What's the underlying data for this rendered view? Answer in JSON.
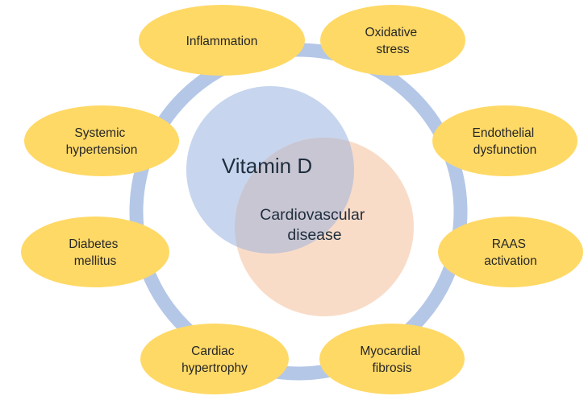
{
  "diagram": {
    "center": {
      "primary_label": "Vitamin D",
      "secondary_label_lines": [
        "Cardiovascular",
        "disease"
      ]
    },
    "factors": [
      {
        "id": "inflammation",
        "lines": [
          "Inflammation"
        ]
      },
      {
        "id": "oxidative-stress",
        "lines": [
          "Oxidative",
          "stress"
        ]
      },
      {
        "id": "systemic-hypertension",
        "lines": [
          "Systemic",
          "hypertension"
        ]
      },
      {
        "id": "endothelial-dysfunction",
        "lines": [
          "Endothelial",
          "dysfunction"
        ]
      },
      {
        "id": "diabetes-mellitus",
        "lines": [
          "Diabetes",
          "mellitus"
        ]
      },
      {
        "id": "raas-activation",
        "lines": [
          "RAAS",
          "activation"
        ]
      },
      {
        "id": "cardiac-hypertrophy",
        "lines": [
          "Cardiac",
          "hypertrophy"
        ]
      },
      {
        "id": "myocardial-fibrosis",
        "lines": [
          "Myocardial",
          "fibrosis"
        ]
      }
    ],
    "colors": {
      "ring": "#b4c7e7",
      "factor_fill": "#ffd966",
      "vitamin_d_circle": "#c7d5ee",
      "cvd_circle": "#f9dcc8",
      "overlap": "#c8c6d3"
    }
  }
}
